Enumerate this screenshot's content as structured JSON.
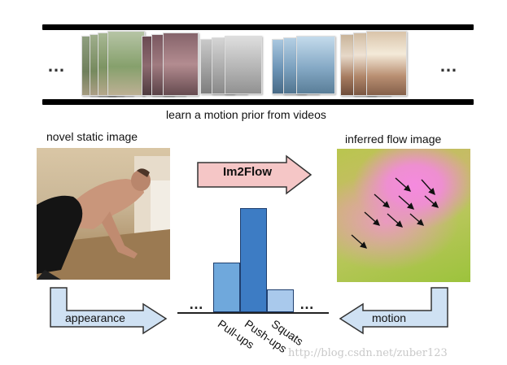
{
  "film_strip": {
    "left_ellipsis": "…",
    "right_ellipsis": "…",
    "caption": "learn a motion prior from videos"
  },
  "novel_image": {
    "label": "novel static image"
  },
  "flow_image": {
    "label": "inferred flow image"
  },
  "model": {
    "label": "Im2Flow",
    "fill_color": "#f5c6c6",
    "stroke_color": "#333333"
  },
  "appearance_arrow": {
    "label": "appearance",
    "fill_color": "#cfe1f3"
  },
  "motion_arrow": {
    "label": "motion",
    "fill_color": "#cfe1f3"
  },
  "watermark": "http://blog.csdn.net/zuber123",
  "chart_data": {
    "type": "bar",
    "categories": [
      "Pull-ups",
      "Push-ups",
      "Squats"
    ],
    "values": [
      0.48,
      1.0,
      0.22
    ],
    "left_ellipsis": "…",
    "right_ellipsis": "…",
    "colors": [
      "#6fa8dc",
      "#3d7cc4",
      "#a9c9ec"
    ]
  }
}
